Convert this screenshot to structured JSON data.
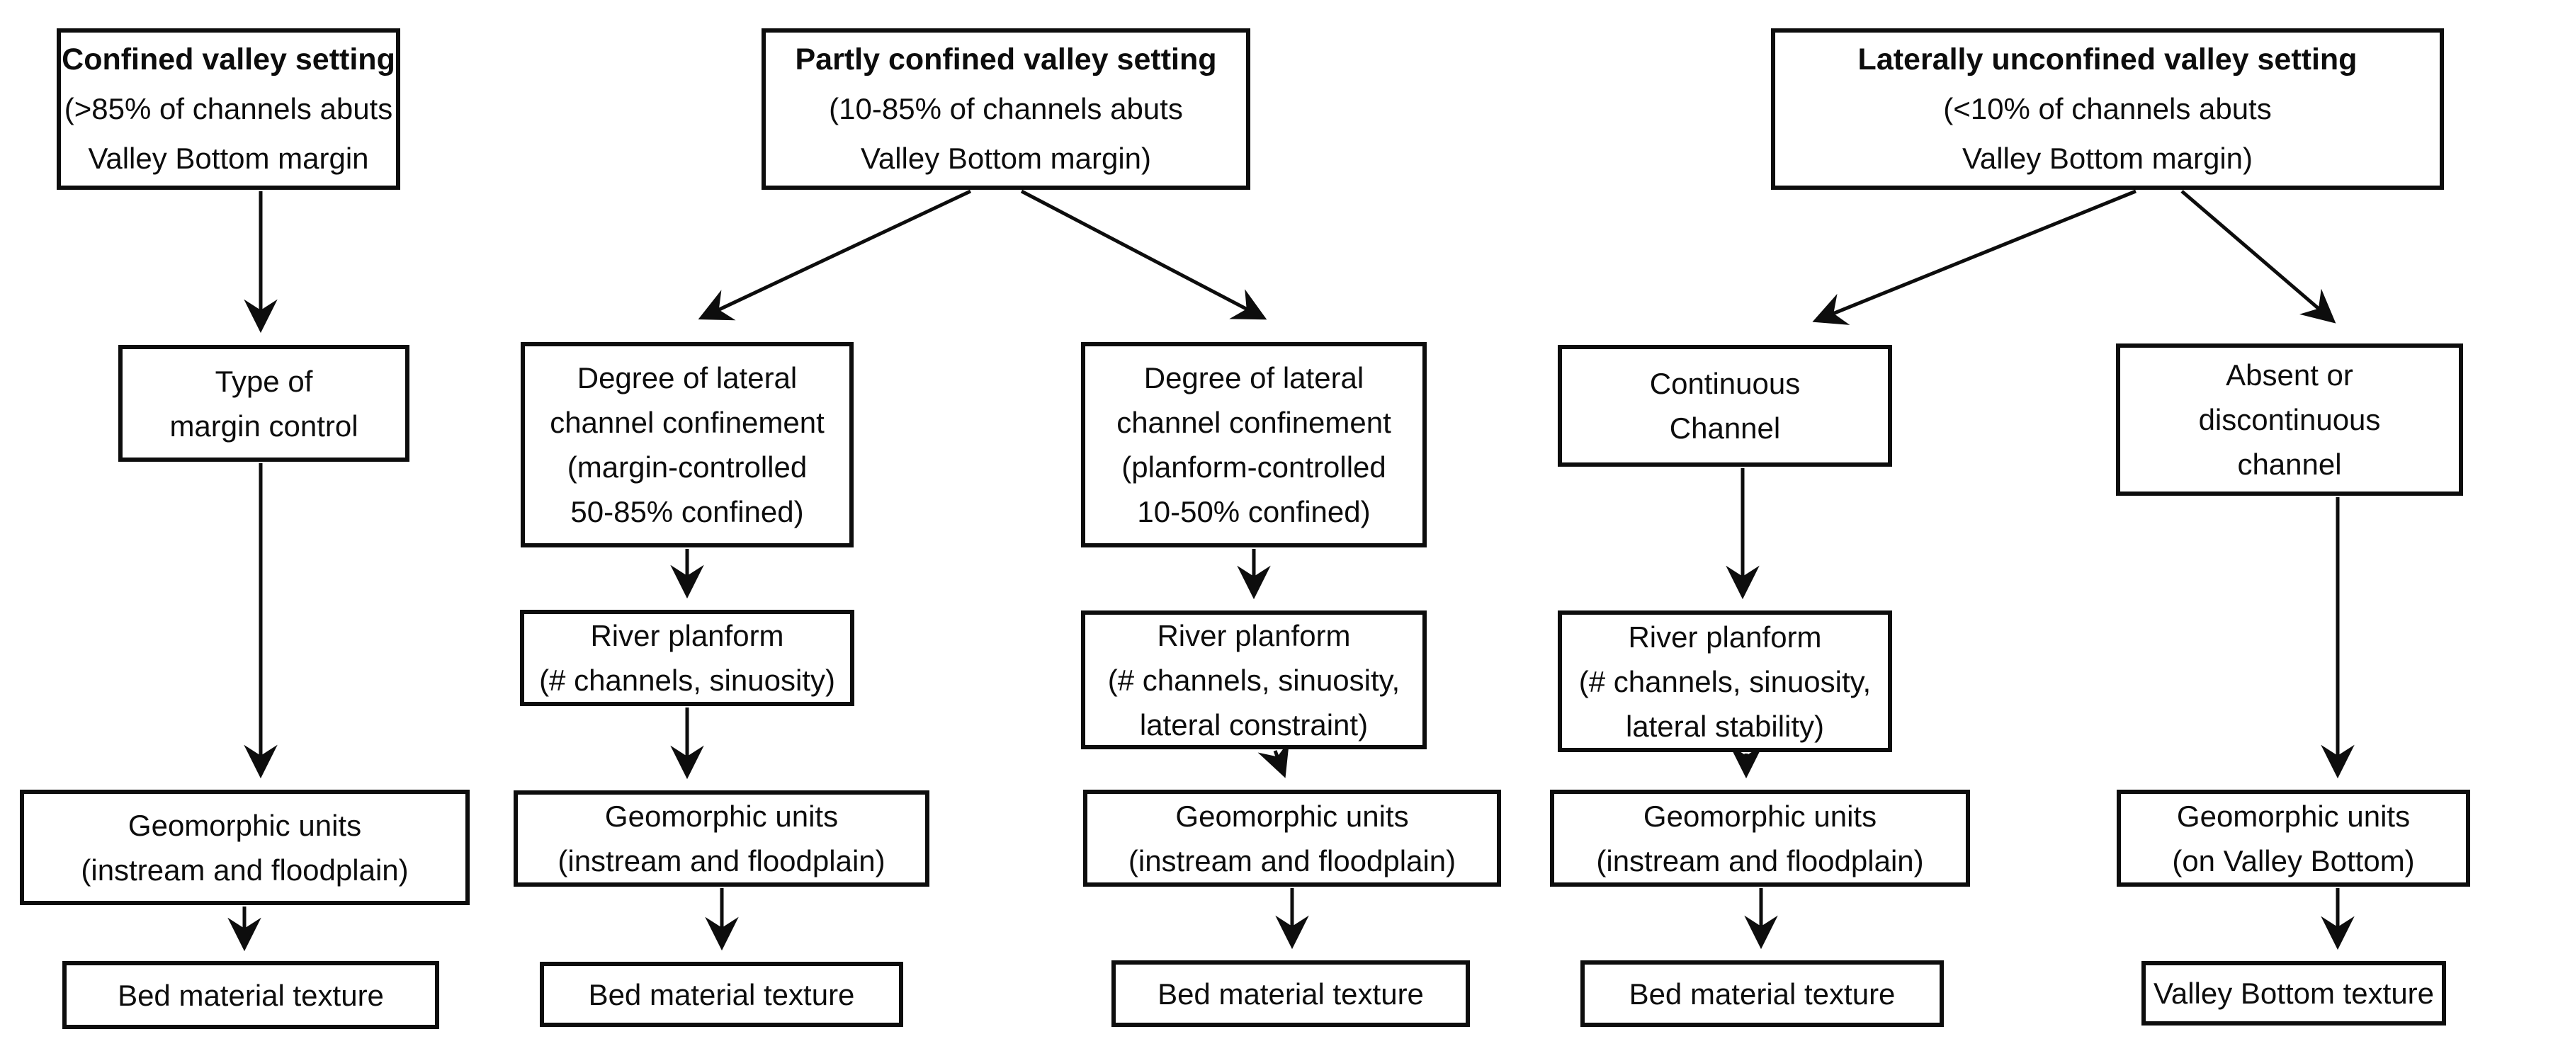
{
  "diagram_type": "flowchart",
  "colors": {
    "background": "#ffffff",
    "box_border": "#0d0d0d",
    "text": "#0d0d0d",
    "arrow": "#0d0d0d"
  },
  "nodes": {
    "top_confined": {
      "lines": [
        "Confined valley setting",
        "(>85% of channels abuts",
        "Valley Bottom margin"
      ]
    },
    "top_partly": {
      "lines": [
        "Partly confined valley setting",
        "(10-85% of channels abuts",
        "Valley Bottom margin)"
      ]
    },
    "top_unconfined": {
      "lines": [
        "Laterally unconfined valley setting",
        "(<10% of channels abuts",
        "Valley Bottom margin)"
      ]
    },
    "margin_control": {
      "lines": [
        "Type of",
        "margin control"
      ]
    },
    "degree_margin": {
      "lines": [
        "Degree of lateral",
        "channel confinement",
        "(margin-controlled",
        "50-85% confined)"
      ]
    },
    "degree_planform": {
      "lines": [
        "Degree of lateral",
        "channel confinement",
        "(planform-controlled",
        "10-50% confined)"
      ]
    },
    "continuous": {
      "lines": [
        "Continuous",
        "Channel"
      ]
    },
    "absent": {
      "lines": [
        "Absent or",
        "discontinuous",
        "channel"
      ]
    },
    "planform_2": {
      "lines": [
        "River planform",
        "(# channels, sinuosity)"
      ]
    },
    "planform_3": {
      "lines": [
        "River planform",
        "(# channels, sinuosity,",
        "lateral constraint)"
      ]
    },
    "planform_4": {
      "lines": [
        "River planform",
        "(# channels, sinuosity,",
        "lateral stability)"
      ]
    },
    "geo_1": {
      "lines": [
        "Geomorphic units",
        "(instream and floodplain)"
      ]
    },
    "geo_2": {
      "lines": [
        "Geomorphic units",
        "(instream and floodplain)"
      ]
    },
    "geo_3": {
      "lines": [
        "Geomorphic units",
        "(instream and floodplain)"
      ]
    },
    "geo_4": {
      "lines": [
        "Geomorphic units",
        "(instream and floodplain)"
      ]
    },
    "geo_5": {
      "lines": [
        "Geomorphic units",
        "(on Valley Bottom)"
      ]
    },
    "bed_1": {
      "lines": [
        "Bed material texture"
      ]
    },
    "bed_2": {
      "lines": [
        "Bed material texture"
      ]
    },
    "bed_3": {
      "lines": [
        "Bed material texture"
      ]
    },
    "bed_4": {
      "lines": [
        "Bed material texture"
      ]
    },
    "valley_texture": {
      "lines": [
        "Valley Bottom texture"
      ]
    }
  },
  "edges": [
    {
      "from": "top_confined",
      "to": "margin_control"
    },
    {
      "from": "margin_control",
      "to": "geo_1"
    },
    {
      "from": "geo_1",
      "to": "bed_1"
    },
    {
      "from": "top_partly",
      "to": "degree_margin"
    },
    {
      "from": "top_partly",
      "to": "degree_planform"
    },
    {
      "from": "degree_margin",
      "to": "planform_2"
    },
    {
      "from": "planform_2",
      "to": "geo_2"
    },
    {
      "from": "geo_2",
      "to": "bed_2"
    },
    {
      "from": "degree_planform",
      "to": "planform_3"
    },
    {
      "from": "planform_3",
      "to": "geo_3"
    },
    {
      "from": "geo_3",
      "to": "bed_3"
    },
    {
      "from": "top_unconfined",
      "to": "continuous"
    },
    {
      "from": "top_unconfined",
      "to": "absent"
    },
    {
      "from": "continuous",
      "to": "planform_4"
    },
    {
      "from": "planform_4",
      "to": "geo_4"
    },
    {
      "from": "geo_4",
      "to": "bed_4"
    },
    {
      "from": "absent",
      "to": "geo_5"
    },
    {
      "from": "geo_5",
      "to": "valley_texture"
    }
  ]
}
